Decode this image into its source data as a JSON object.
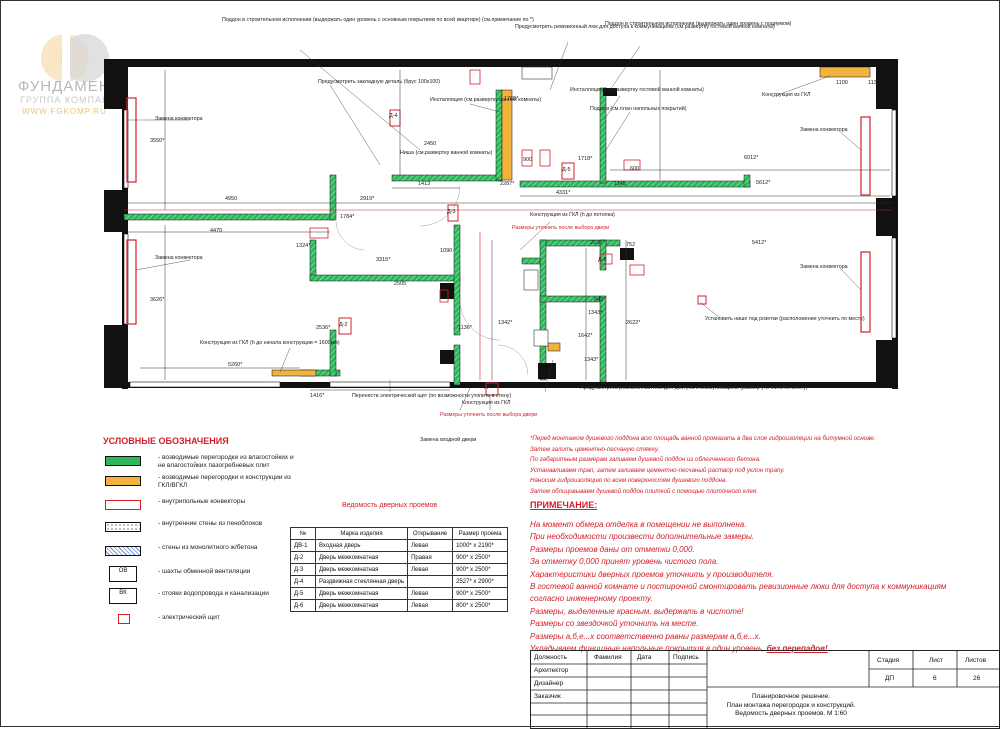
{
  "logo": {
    "brand": "ФУНДАМЕНТ",
    "group": "ГРУППА КОМПАНИЙ",
    "site": "WWW.FGKOMP.RU"
  },
  "plan": {
    "callouts": [
      "Поддон в строительном исполнении (выдержать один уровень с основным покрытием по всей квартире) (см.примечание по *)",
      "Предусмотреть ревизионный люк для доступа к коммуникациям (см.развертку гостевой ванной комнаты)",
      "Поддон в строительном исполнении (выдержать один уровень с подиумом)",
      "Предусмотреть закладную деталь (брус 100х100)",
      "Инсталляция (см.развертку ванной комнаты)",
      "Инсталляция (см.развертку гостевой ванной комнаты)",
      "Подиум (см.план напольных покрытий)",
      "Конструкция из ГКЛ",
      "Замена конвектора",
      "Замена конвектора",
      "Замена конвектора",
      "Замена конвектора",
      "Ниша (см.развертку ванной комнаты)",
      "Конструкция из ГКЛ (h до потолка)",
      "Размеры уточнить после выбора двери",
      "Конструкция из ГКЛ (h до начала конструкции = 1600мм)",
      "Перенести электрический щит (по возможности утопить в стену)",
      "Конструкция из ГКЛ",
      "Размеры уточнить после выбора двери",
      "Предусмотреть ревизионный люк для доступа к коммуникациям (размер уточнить по месту)",
      "Установить нише под розетки (расположение уточнить по месту)",
      "Замена входной двери"
    ],
    "dims": [
      "2450",
      "1413",
      "2287*",
      "1765*",
      "1718*",
      "4331*",
      "1145",
      "6012*",
      "5612*",
      "4950",
      "4470",
      "2919*",
      "1784*",
      "1324*",
      "3315*",
      "2505",
      "1090",
      "2535*",
      "752",
      "5412*",
      "3550*",
      "3626*",
      "2536*",
      "1136*",
      "5260*",
      "1416*",
      "1342*",
      "1343*",
      "943*",
      "1642*",
      "2622*",
      "1343*",
      "1100",
      "600",
      "900",
      "1130"
    ],
    "tags": [
      "Д-4",
      "Д-5",
      "Д-3",
      "Д-2",
      "Д-6",
      "ДВ-1"
    ]
  },
  "legend": {
    "title": "УСЛОВНЫЕ ОБОЗНАЧЕНИЯ",
    "items": [
      "- возводимые перегородки из влагостойких и не влагостойких пазогребневых плит",
      "- возводимые перегородки и конструкции из ГКЛ/ВГКЛ",
      "- внутрипольные конвекторы",
      "- внутренние стены из пеноблоков",
      "- стены из монолитного ж/бетона",
      "- шахты обменной вентиляции",
      "- стояки водопровода и канализации",
      "- электрический щит"
    ],
    "ov": "ОВ",
    "vk": "ВК",
    "colors": {
      "green": "#2eb85c",
      "orange": "#f2b33d",
      "red": "#d2202b",
      "blue": "#6d8fd6"
    }
  },
  "door_table": {
    "title": "Ведомость дверных проемов",
    "headers": [
      "№",
      "Марка изделия",
      "Открывание",
      "Размер проема"
    ],
    "rows": [
      [
        "ДВ-1",
        "Входная дверь",
        "Левая",
        "1000* х 2190*"
      ],
      [
        "Д-2",
        "Дверь межкомнатная",
        "Правая",
        "900* х 2500*"
      ],
      [
        "Д-3",
        "Дверь межкомнатная",
        "Левая",
        "900* х 2500*"
      ],
      [
        "Д-4",
        "Раздвижная стеклянная дверь",
        "",
        "2527* х 2900*"
      ],
      [
        "Д-5",
        "Дверь межкомнатная",
        "Левая",
        "900* х 2500*"
      ],
      [
        "Д-6",
        "Дверь межкомнатная",
        "Левая",
        "800* х 2500*"
      ]
    ]
  },
  "star_notes": [
    "*Перед монтажом душевого поддона всю площадь ванной промазать в два слоя гидроизоляции на битумной основе.",
    "Затем залить цементно-песчаную стяжку.",
    "По габаритным размерам заливаем душевой поддон из облегченного бетона.",
    "Устанавливаем трап, затем заливаем цементно-песчаный раствор под уклон трапу.",
    "Наносим гидроизоляцию по всем поверхностям душевого поддона.",
    "Затем облицовываем душевой поддон плиткой с помощью плиточного клея."
  ],
  "notes": {
    "title": "ПРИМЕЧАНИЕ:",
    "lines": [
      "На момент обмера отделка в помещении не выполнена.",
      "При необходимости произвести дополнительные замеры.",
      "Размеры проемов даны от отметки 0,000.",
      "За отметку 0,000 принят уровень чистого пола.",
      "Характеристики дверных проемов уточнить у производителя.",
      "В гостевой ванной комнате и постирочной смонтировать ревизионные люки для доступа к коммуникациям",
      "согласно инженерному проекту.",
      "Размеры, выделенные красным, выдержать в чистоте!",
      "Размеры со звездочкой уточнить на месте.",
      "Размеры а,б,е...х соответственно равны размерам а,б,е...х.",
      "Укладываем финишные напольные покрытия в один уровень,"
    ],
    "last_emph": "без перепадов!"
  },
  "stamp": {
    "headers": [
      "Должность",
      "Фамилия",
      "Дата",
      "Подпись"
    ],
    "roles": [
      "Архитектор",
      "Дизайнер",
      "Заказчик"
    ],
    "stage_h": "Стадия",
    "sheet_h": "Лист",
    "sheets_h": "Листов",
    "stage": "ДП",
    "sheet": "6",
    "sheets": "26",
    "title_lines": [
      "Планировочное решение.",
      "План монтажа перегородок и конструкций.",
      "Ведомость дверных проемов. М 1:60"
    ]
  }
}
